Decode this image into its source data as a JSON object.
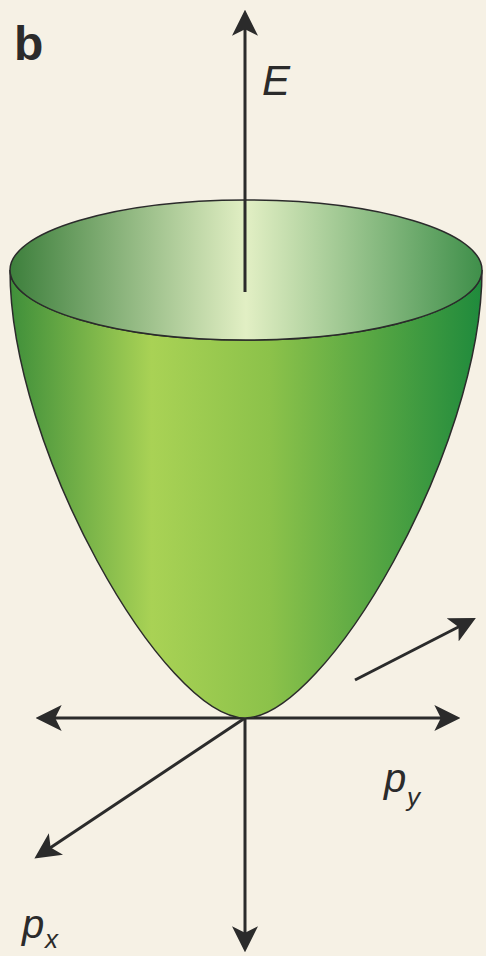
{
  "diagram": {
    "labels": [
      "b",
      "E",
      "p",
      "y",
      "p",
      "x"
    ]
  }
}
